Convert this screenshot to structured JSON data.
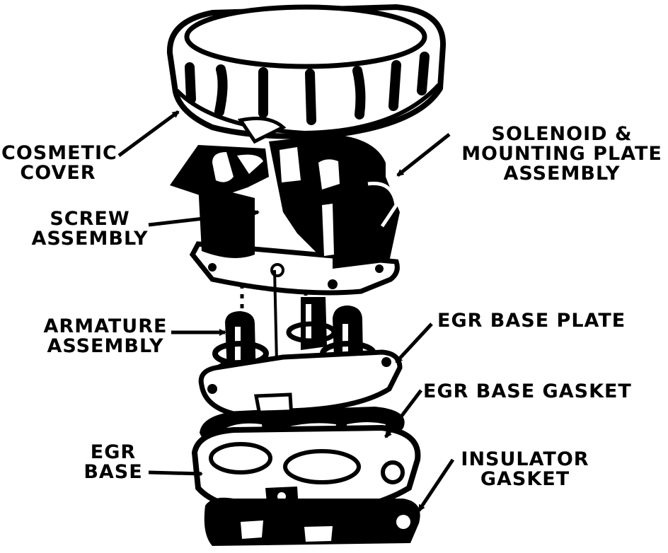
{
  "labels": {
    "cosmetic_cover": [
      "COSMETIC",
      "COVER"
    ],
    "solenoid": [
      "SOLENOID &",
      "MOUNTING PLATE",
      "ASSEMBLY"
    ],
    "screw": [
      "SCREW",
      "ASSEMBLY"
    ],
    "armature": [
      "ARMATURE",
      "ASSEMBLY"
    ],
    "egr_base_plate": [
      "EGR BASE PLATE"
    ],
    "egr_base_gasket": [
      "EGR BASE GASKET"
    ],
    "egr_base": [
      "EGR",
      "BASE"
    ],
    "insulator_gasket": [
      "INSULATOR",
      "GASKET"
    ]
  },
  "colors": {
    "ink": "#000000",
    "paper": "#ffffff"
  }
}
